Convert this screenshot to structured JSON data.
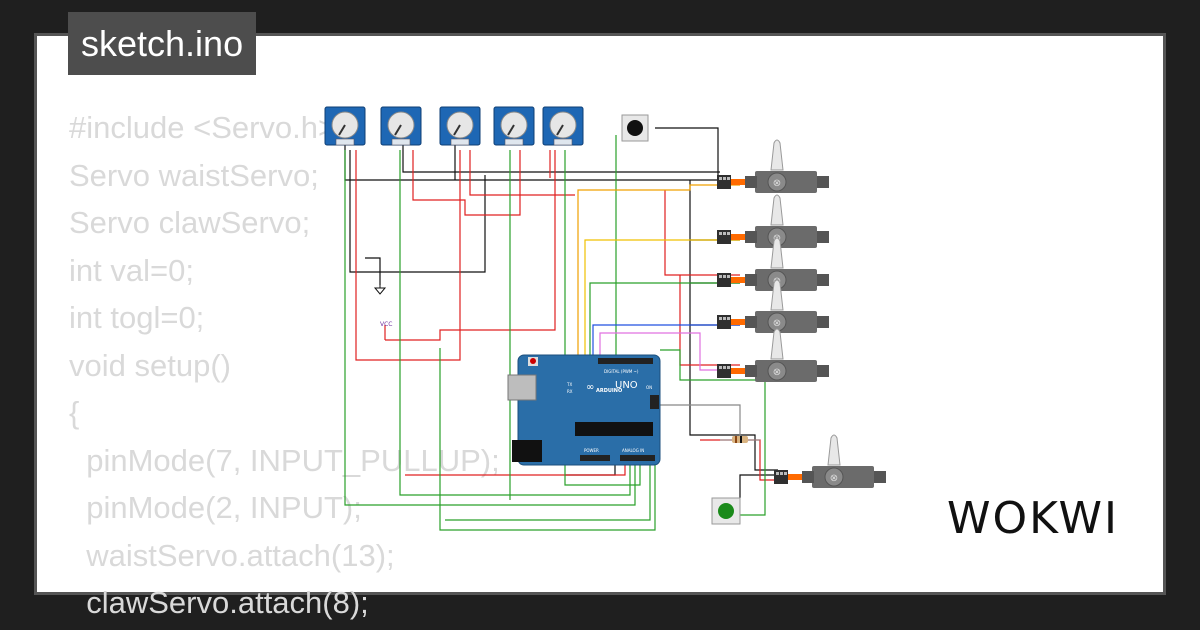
{
  "filename": "sketch.ino",
  "code_lines": [
    "#include <Servo.h>",
    "Servo waistServo;",
    "Servo clawServo;",
    "int val=0;",
    "int togl=0;",
    "void setup()",
    "{",
    "  pinMode(7, INPUT_PULLUP);",
    "  pinMode(2, INPUT);",
    "  waistServo.attach(13);",
    "  clawServo.attach(8);"
  ],
  "board": {
    "brand": "ARDUINO",
    "model": "UNO",
    "digital_label": "DIGITAL (PWM ~)",
    "analog_label": "ANALOG IN",
    "power_label": "POWER",
    "on_label": "ON",
    "tx_label": "TX",
    "rx_label": "RX"
  },
  "vcc_label": "VCC",
  "logo_text": "WOKWI",
  "colors": {
    "background": "#1f1f1f",
    "card": "#ffffff",
    "filename_bg": "#4d4d4d",
    "code_text": "#d9d9d9",
    "board": "#2a6ea8",
    "wire_red": "#e02020",
    "wire_black": "#111111",
    "wire_green": "#2aa02a",
    "wire_orange": "#f0a000",
    "wire_blue": "#2050e0",
    "wire_pink": "#e070e0"
  }
}
